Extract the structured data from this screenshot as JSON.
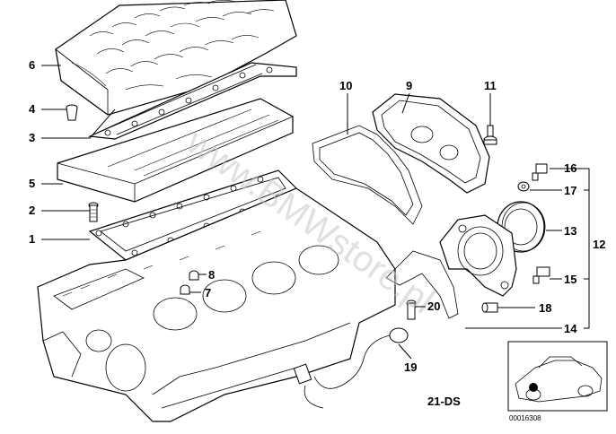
{
  "callouts": {
    "c1": "1",
    "c2": "2",
    "c3": "3",
    "c4": "4",
    "c5": "5",
    "c6": "6",
    "c7": "7",
    "c8": "8",
    "c9": "9",
    "c10": "10",
    "c11": "11",
    "c12": "12",
    "c13": "13",
    "c14": "14",
    "c15": "15",
    "c16": "16",
    "c17": "17",
    "c18": "18",
    "c19": "19",
    "c20": "20"
  },
  "watermark": "www.BMWstore.pl",
  "diagram_code": "21-DS",
  "thumbnail": {
    "image_number": "00016308"
  }
}
